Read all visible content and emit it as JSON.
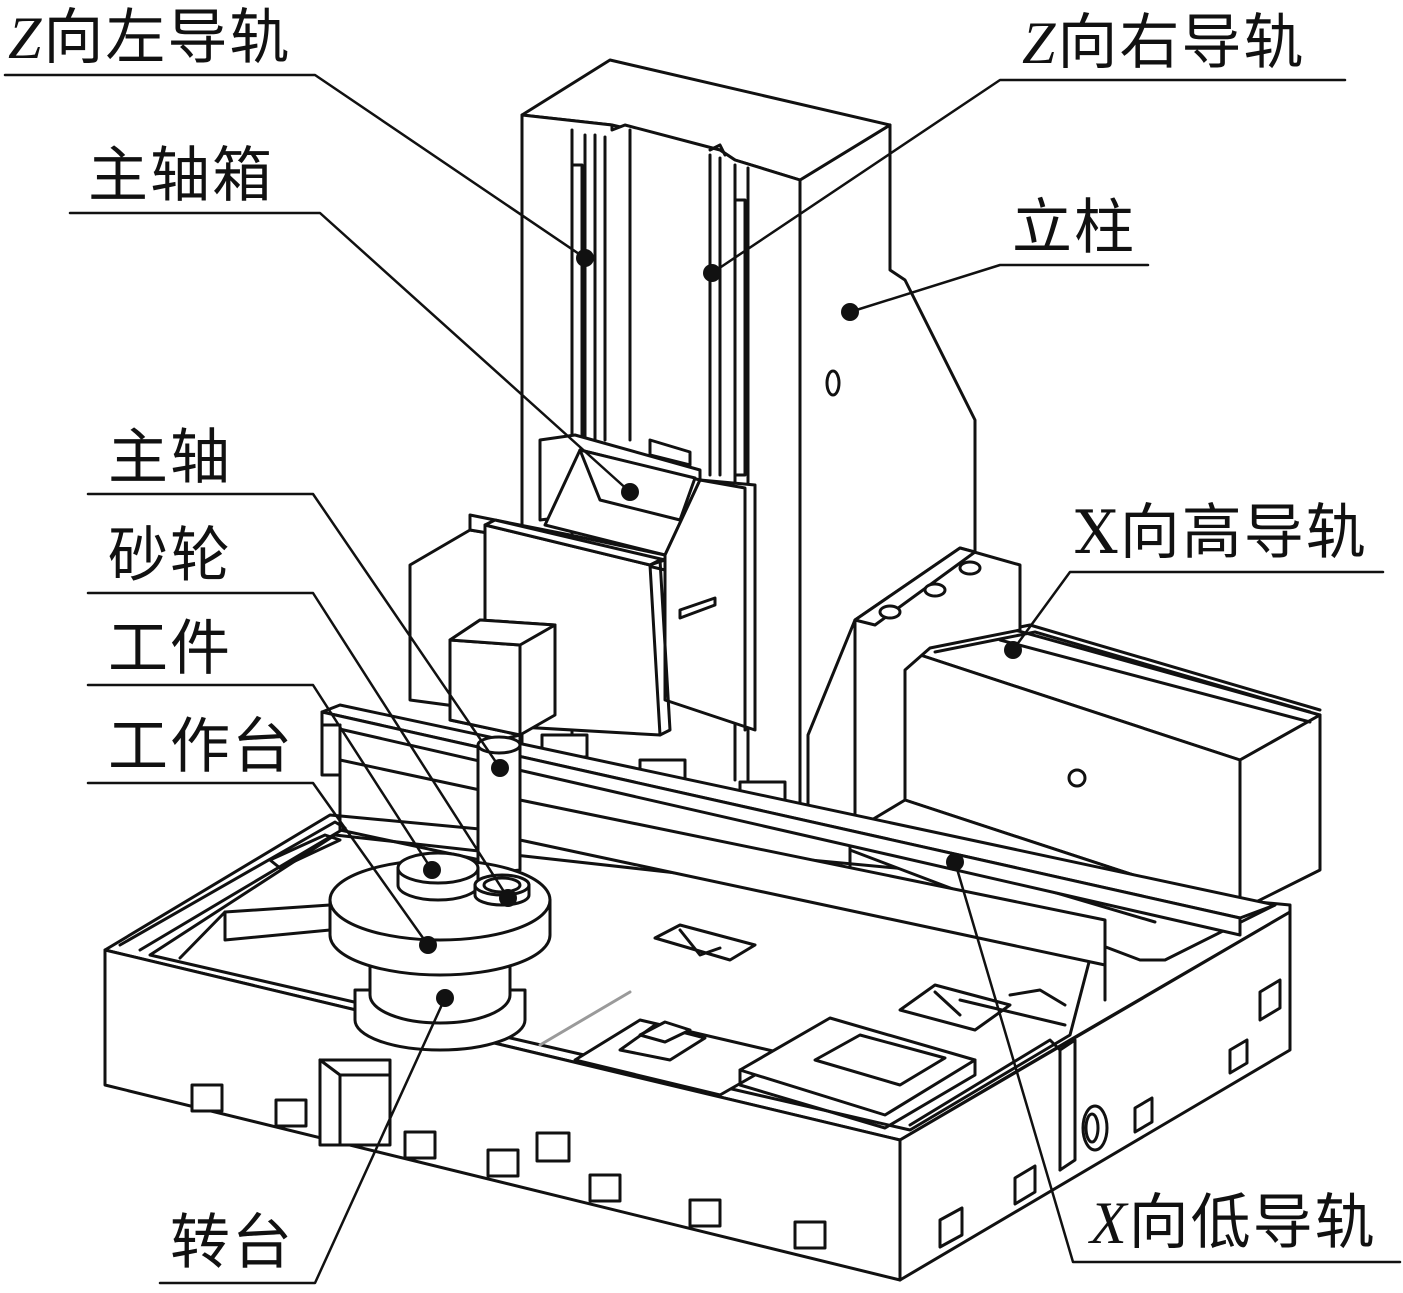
{
  "diagram": {
    "labels": {
      "z_left_guide": {
        "prefix": "Z",
        "text": "向左导轨"
      },
      "z_right_guide": {
        "prefix": "Z",
        "text": "向右导轨"
      },
      "headstock": {
        "text": "主轴箱"
      },
      "column": {
        "text": "立柱"
      },
      "spindle": {
        "text": "主轴"
      },
      "grinding_wheel": {
        "text": "砂轮"
      },
      "workpiece": {
        "text": "工件"
      },
      "worktable": {
        "text": "工作台"
      },
      "x_high_guide": {
        "prefix": "X",
        "text": "向高导轨"
      },
      "x_low_guide": {
        "prefix": "X",
        "text": "向低导轨"
      },
      "rotary_table": {
        "text": "转台"
      }
    },
    "colors": {
      "line": "#111111",
      "background": "#ffffff",
      "accent_gray": "#9a9a9a"
    }
  }
}
